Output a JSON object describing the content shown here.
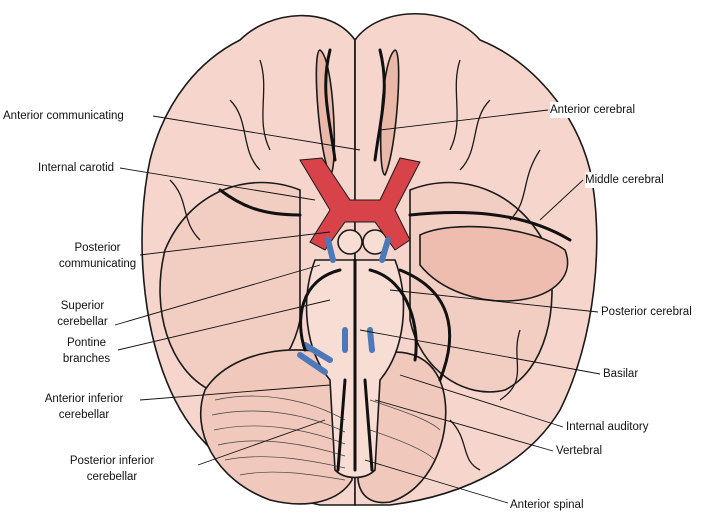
{
  "title": "Arteries at the base of the brain",
  "colors": {
    "artery_red": "#d8434a",
    "artery_blue": "#4d79b9",
    "brain_fill": "#f6d6cc",
    "outline": "#1a1a1a"
  },
  "labels_left": {
    "anterior_communicating": "Anterior communicating",
    "internal_carotid": "Internal carotid",
    "posterior_communicating_1": "Posterior",
    "posterior_communicating_2": "communicating",
    "superior_cerebellar_1": "Superior",
    "superior_cerebellar_2": "cerebellar",
    "pontine_branches_1": "Pontine",
    "pontine_branches_2": "branches",
    "anterior_inferior_cerebellar_1": "Anterior inferior",
    "anterior_inferior_cerebellar_2": "cerebellar",
    "posterior_inferior_cerebellar_1": "Posterior inferior",
    "posterior_inferior_cerebellar_2": "cerebellar"
  },
  "labels_right": {
    "anterior_cerebral": "Anterior cerebral",
    "middle_cerebral": "Middle cerebral",
    "posterior_cerebral": "Posterior cerebral",
    "basilar": "Basilar",
    "internal_auditory": "Internal auditory",
    "vertebral": "Vertebral",
    "anterior_spinal": "Anterior spinal"
  }
}
